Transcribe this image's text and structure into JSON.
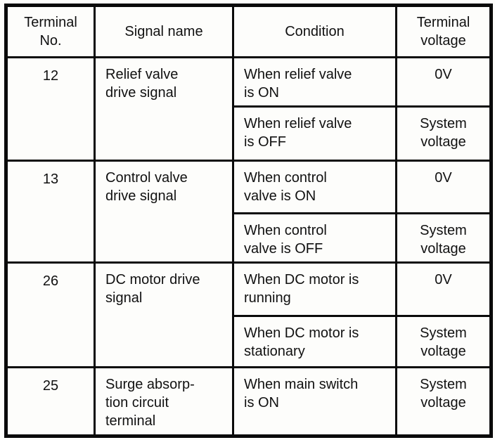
{
  "table": {
    "headers": {
      "terminal_no": "Terminal\nNo.",
      "signal_name": "Signal name",
      "condition": "Condition",
      "terminal_voltage": "Terminal\nvoltage"
    },
    "groups": [
      {
        "terminal_no": "12",
        "signal_name": "Relief valve\ndrive signal",
        "rows": [
          {
            "condition": "When relief valve\nis ON",
            "voltage": "0V"
          },
          {
            "condition": "When relief valve\nis OFF",
            "voltage": "System\nvoltage"
          }
        ]
      },
      {
        "terminal_no": "13",
        "signal_name": "Control valve\ndrive signal",
        "rows": [
          {
            "condition": "When control\nvalve is ON",
            "voltage": "0V"
          },
          {
            "condition": "When control\nvalve is OFF",
            "voltage": "System\nvoltage"
          }
        ]
      },
      {
        "terminal_no": "26",
        "signal_name": "DC motor drive\nsignal",
        "rows": [
          {
            "condition": "When DC motor is\nrunning",
            "voltage": "0V"
          },
          {
            "condition": "When DC motor is\nstationary",
            "voltage": "System\nvoltage"
          }
        ]
      },
      {
        "terminal_no": "25",
        "signal_name": "Surge absorp-\ntion circuit\nterminal",
        "rows": [
          {
            "condition": "When main switch\nis ON",
            "voltage": "System\nvoltage"
          }
        ]
      }
    ],
    "colors": {
      "border": "#0a0a0a",
      "text": "#111111",
      "paper": "#fdfdfb"
    }
  }
}
